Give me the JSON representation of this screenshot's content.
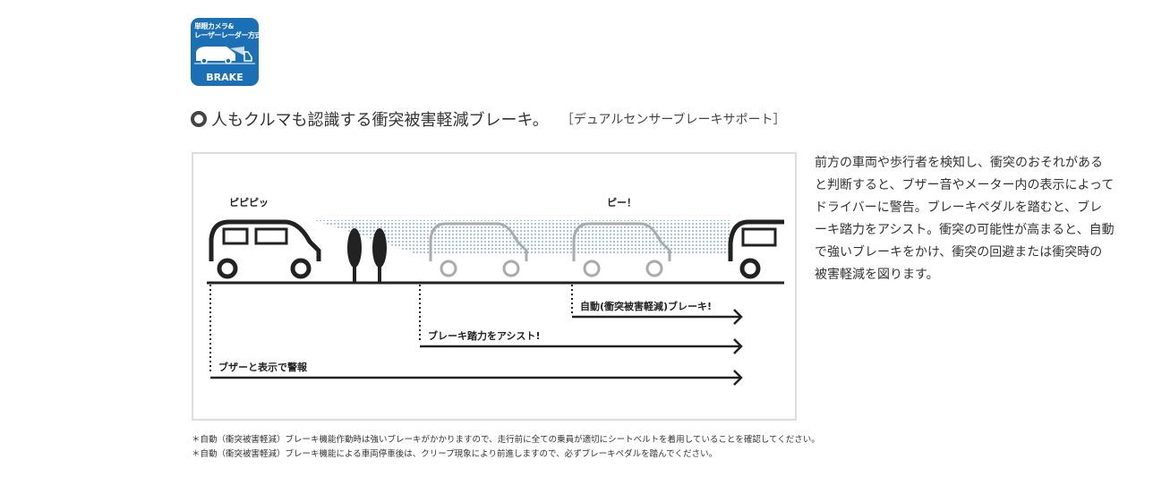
{
  "badge": {
    "title_line1": "単眼カメラ&",
    "title_line2": "レーザーレーダー方式",
    "label": "BRAKE",
    "color": "#1a6fb5"
  },
  "heading": {
    "title": "人もクルマも認識する衝突被害軽減ブレーキ。",
    "subtitle": "［デュアルセンサーブレーキサポート］"
  },
  "diagram": {
    "sound1": "ピピピッ",
    "sound2": "ピー！",
    "stage_brake": "自動(衝突被害軽減)ブレーキ!",
    "stage_assist": "ブレーキ踏力をアシスト!",
    "stage_warn": "ブザーと表示で警報"
  },
  "description": "前方の車両や歩行者を検知し、衝突のおそれがあると判断すると、ブザー音やメーター内の表示によってドライバーに警告。ブレーキペダルを踏むと、ブレーキ踏力をアシスト。衝突の可能性が高まると、自動で強いブレーキをかけ、衝突の回避または衝突時の被害軽減を図ります。",
  "notes": [
    "＊自動（衝突被害軽減）ブレーキ機能作動時は強いブレーキがかかりますので、走行前に全ての乗員が適切にシートベルトを着用していることを確認してください。",
    "＊自動（衝突被害軽減）ブレーキ機能による車両停車後は、クリープ現象により前進しますので、必ずブレーキペダルを踏んでください。"
  ]
}
